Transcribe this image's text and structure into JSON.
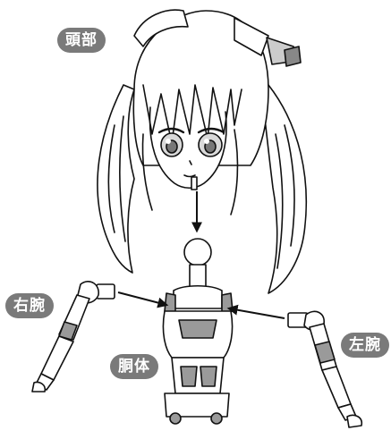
{
  "labels": {
    "head": "頭部",
    "right_arm": "右腕",
    "torso": "胴体",
    "left_arm": "左腕"
  },
  "colors": {
    "label_background": "#7a7a7a",
    "label_text": "#ffffff",
    "line_art": "#111111",
    "shading": "#9a9a9a"
  }
}
